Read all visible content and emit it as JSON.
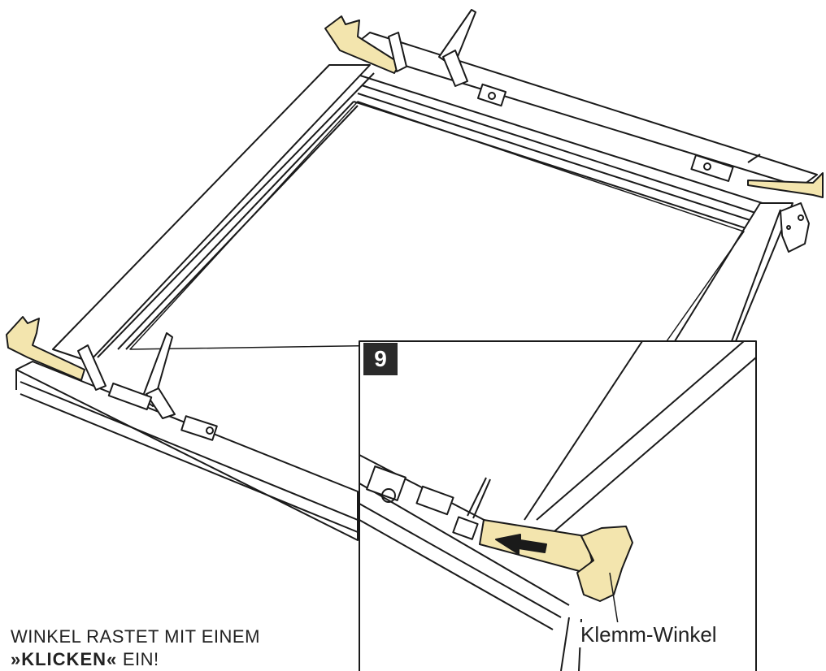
{
  "colors": {
    "line": "#1a1a1a",
    "clip": "#f3e5ae",
    "badge": "#2a2a2a"
  },
  "step": {
    "number": "9"
  },
  "callout": {
    "label": "Klemm-Winkel"
  },
  "caption": {
    "line1": "WINKEL RASTET MIT EINEM",
    "line2_bold": "»KLICKEN«",
    "line2_rest": " EIN!"
  }
}
